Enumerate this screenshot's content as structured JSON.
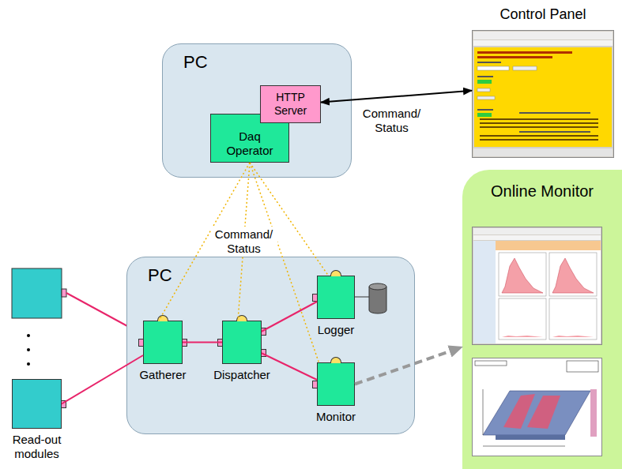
{
  "diagram": {
    "nodes": [
      {
        "text": [
          "PC"
        ]
      },
      {
        "text": [
          "Daq Operator"
        ],
        "in": 0
      },
      {
        "text": [
          "HTTP Server"
        ],
        "in": 0
      },
      {
        "text": [
          "Control Panel"
        ]
      },
      {
        "text": [
          "PC"
        ]
      },
      {
        "text": [
          "Gatherer"
        ],
        "in": 4
      },
      {
        "text": [
          "Dispatcher"
        ],
        "in": 4
      },
      {
        "text": [
          "Logger"
        ],
        "in": 4
      },
      {
        "text": [
          "Monitor"
        ],
        "in": 4
      },
      {
        "text": [
          "Read-out modules"
        ]
      },
      {
        "text": [
          "Online Monitor"
        ]
      }
    ],
    "edges": [
      {
        "from": 2,
        "to": 3,
        "arrow": "both",
        "label": "Command/ Status"
      },
      {
        "from": 1,
        "to": 5,
        "arrow": "none"
      },
      {
        "from": 1,
        "to": 6,
        "arrow": "none",
        "label": "Command/ Status"
      },
      {
        "from": 1,
        "to": 7,
        "arrow": "none"
      },
      {
        "from": 1,
        "to": 8,
        "arrow": "none"
      },
      {
        "from": 9,
        "to": 5,
        "arrow": "none"
      },
      {
        "from": 5,
        "to": 6,
        "arrow": "none"
      },
      {
        "from": 6,
        "to": 7,
        "arrow": "none"
      },
      {
        "from": 6,
        "to": 8,
        "arrow": "none"
      },
      {
        "from": 8,
        "to": 10,
        "arrow": "to"
      }
    ]
  }
}
